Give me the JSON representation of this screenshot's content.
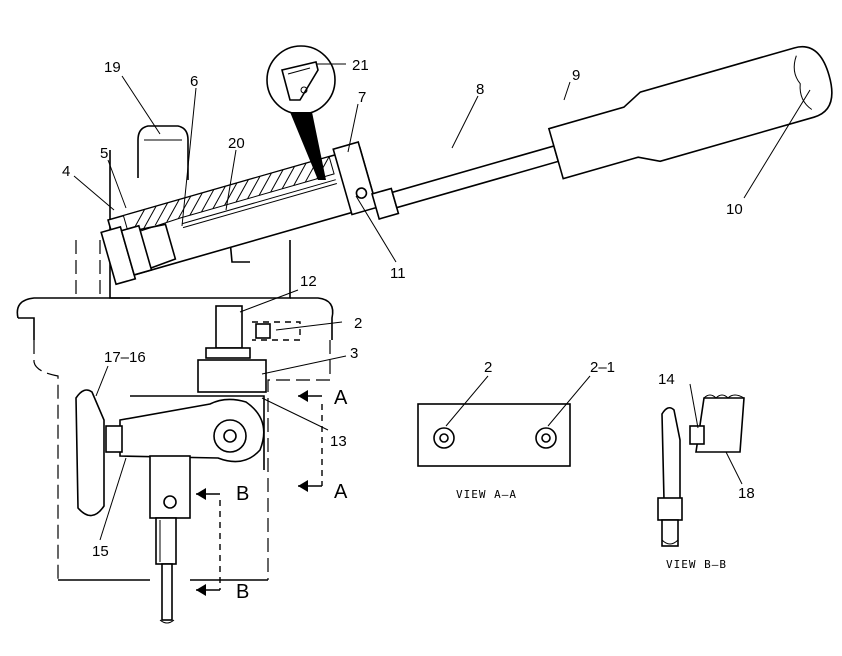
{
  "callouts": {
    "c19": "19",
    "c6": "6",
    "c20": "20",
    "c21": "21",
    "c8": "8",
    "c9": "9",
    "c7": "7",
    "c5": "5",
    "c4": "4",
    "c10": "10",
    "c11": "11",
    "c12": "12",
    "c2": "2",
    "c3": "3",
    "c1716": "17–16",
    "c13": "13",
    "c15": "15"
  },
  "sections": {
    "a_top": "A",
    "a_bottom": "A",
    "b_top": "B",
    "b_bottom": "B"
  },
  "view_aa": {
    "caption": "VIEW A–A",
    "label_left": "2",
    "label_right": "2–1"
  },
  "view_bb": {
    "caption": "VIEW B–B",
    "label_14": "14",
    "label_18": "18"
  }
}
